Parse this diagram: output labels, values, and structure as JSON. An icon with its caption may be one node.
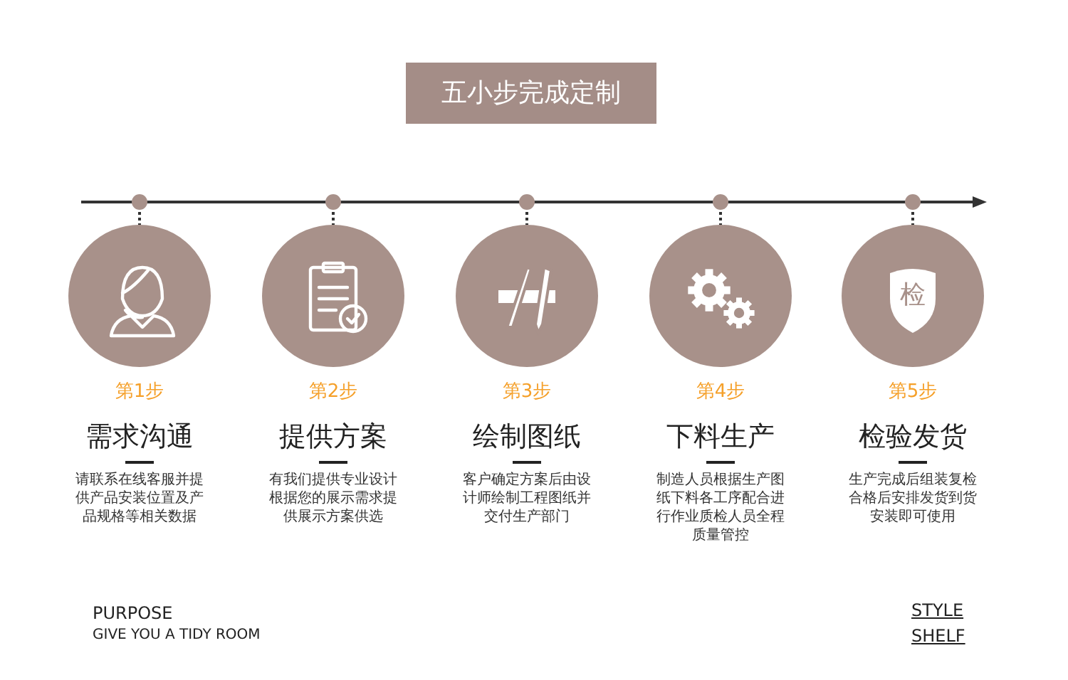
{
  "diagram": {
    "title": "五小步完成定制",
    "nodes": [
      {
        "text": [
          "第1步",
          "需求沟通",
          "请联系在线客服并提供产品安装位置及产品规格等相关数据"
        ]
      },
      {
        "text": [
          "第2步",
          "提供方案",
          "有我们提供专业设计根据您的展示需求提供展示方案供选"
        ]
      },
      {
        "text": [
          "第3步",
          "绘制图纸",
          "客户确定方案后由设计师绘制工程图纸并交付生产部门"
        ]
      },
      {
        "text": [
          "第4步",
          "下料生产",
          "制造人员根据生产图纸下料各工序配合进行作业质检人员全程质量管控"
        ]
      },
      {
        "text": [
          "第5步",
          "检验发货",
          "生产完成后组装复检合格后安排发货到货安装即可使用"
        ]
      }
    ],
    "labels": [
      "检",
      "PURPOSE",
      "GIVE YOU A TIDY ROOM",
      "STYLE",
      "SHELF"
    ]
  }
}
